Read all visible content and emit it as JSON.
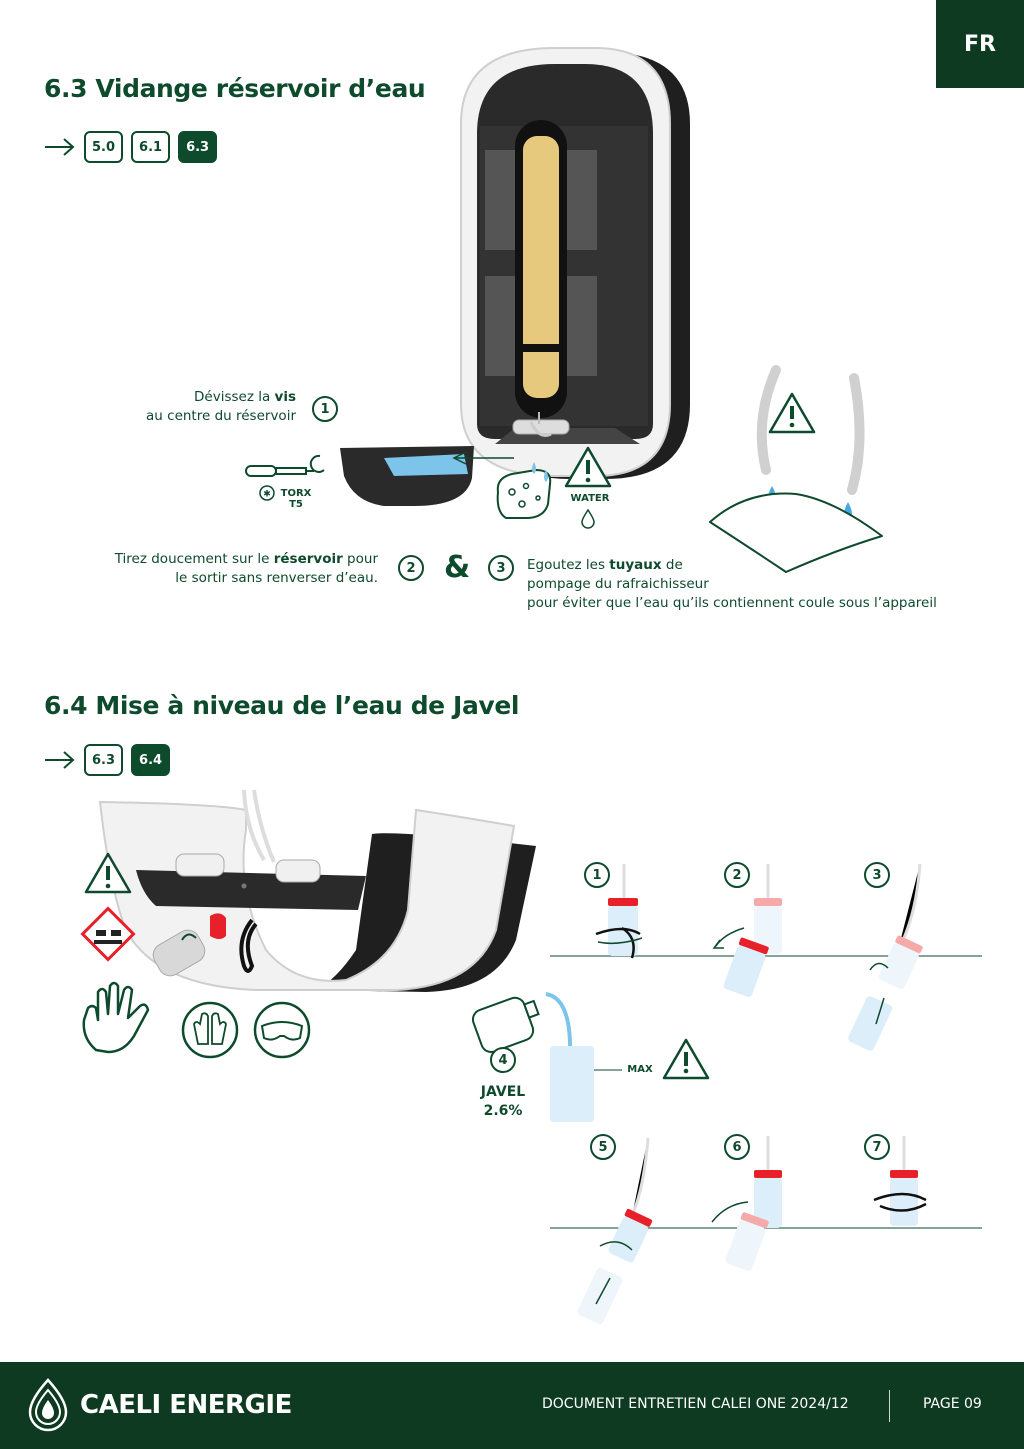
{
  "lang": "FR",
  "section1": {
    "title": "6.3 Vidange réservoir d’eau",
    "prereqs": [
      "5.0",
      "6.1",
      "6.3"
    ],
    "step1": {
      "num": "1",
      "line1_pre": "Dévissez la ",
      "line1_bold": "vis",
      "line2": "au centre du réservoir"
    },
    "tool_label1": "TORX",
    "tool_label2": "T5",
    "water_label": "WATER",
    "step2": {
      "num": "2",
      "line1_pre": "Tirez doucement sur le ",
      "line1_bold": "réservoir",
      "line1_post": " pour",
      "line2": "le sortir sans renverser d’eau."
    },
    "ampersand": "&",
    "step3": {
      "num": "3",
      "line1_pre": "Egoutez les ",
      "line1_bold": "tuyaux",
      "line1_post": " de",
      "line2": "pompage du rafraichisseur",
      "line3": "pour éviter que l’eau qu’ils contiennent coule sous l’appareil"
    }
  },
  "section2": {
    "title": "6.4 Mise à niveau de l’eau de Javel",
    "prereqs": [
      "6.3",
      "6.4"
    ],
    "steps": [
      "1",
      "2",
      "3",
      "4",
      "5",
      "6",
      "7"
    ],
    "javel_label1": "JAVEL",
    "javel_label2": "2.6%",
    "max_label": "MAX"
  },
  "footer": {
    "brand": "CAELI ENERGIE",
    "document": "DOCUMENT ENTRETIEN CALEI ONE 2024/12",
    "page": "PAGE 09"
  },
  "colors": {
    "brand_green": "#0e3a22",
    "text_green": "#0e4a2c",
    "water_blue": "#7cc4ea",
    "cap_red": "#e8202a"
  }
}
